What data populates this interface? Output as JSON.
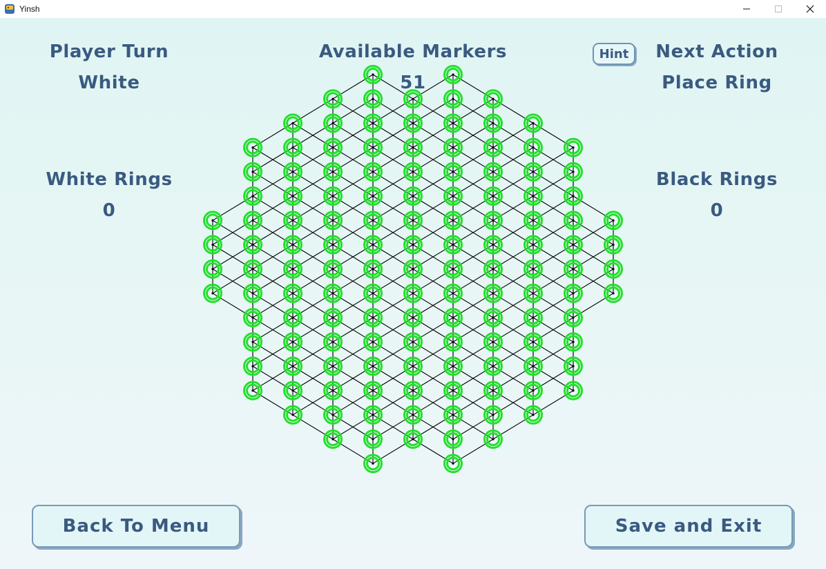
{
  "window": {
    "title": "Yinsh",
    "icon": "snake-app-icon"
  },
  "header": {
    "player_turn_label": "Player Turn",
    "player_turn_value": "White",
    "markers_label": "Available Markers",
    "markers_value": "51",
    "hint_label": "Hint",
    "next_action_label": "Next Action",
    "next_action_value": "Place Ring"
  },
  "sides": {
    "white_rings_label": "White Rings",
    "white_rings_value": "0",
    "black_rings_label": "Black Rings",
    "black_rings_value": "0"
  },
  "buttons": {
    "back_label": "Back To Menu",
    "save_label": "Save and Exit"
  },
  "board": {
    "columns": [
      {
        "col": -5,
        "rows": [
          -4,
          -3,
          -2,
          -1
        ]
      },
      {
        "col": -4,
        "rows": [
          -7,
          -6,
          -5,
          -4,
          -3,
          -2,
          -1,
          0,
          1,
          2,
          3
        ]
      },
      {
        "col": -3,
        "rows": [
          -8,
          -7,
          -6,
          -5,
          -4,
          -3,
          -2,
          -1,
          0,
          1,
          2,
          3,
          4
        ]
      },
      {
        "col": -2,
        "rows": [
          -9,
          -8,
          -7,
          -6,
          -5,
          -4,
          -3,
          -2,
          -1,
          0,
          1,
          2,
          3,
          4,
          5
        ]
      },
      {
        "col": -1,
        "rows": [
          -10,
          -9,
          -8,
          -7,
          -6,
          -5,
          -4,
          -3,
          -2,
          -1,
          0,
          1,
          2,
          3,
          4,
          5,
          6
        ]
      },
      {
        "col": 0,
        "rows": [
          -9,
          -8,
          -7,
          -6,
          -5,
          -4,
          -3,
          -2,
          -1,
          0,
          1,
          2,
          3,
          4,
          5
        ]
      },
      {
        "col": 1,
        "rows": [
          -10,
          -9,
          -8,
          -7,
          -6,
          -5,
          -4,
          -3,
          -2,
          -1,
          0,
          1,
          2,
          3,
          4,
          5,
          6
        ]
      },
      {
        "col": 2,
        "rows": [
          -9,
          -8,
          -7,
          -6,
          -5,
          -4,
          -3,
          -2,
          -1,
          0,
          1,
          2,
          3,
          4,
          5
        ]
      },
      {
        "col": 3,
        "rows": [
          -8,
          -7,
          -6,
          -5,
          -4,
          -3,
          -2,
          -1,
          0,
          1,
          2,
          3,
          4
        ]
      },
      {
        "col": 4,
        "rows": [
          -7,
          -6,
          -5,
          -4,
          -3,
          -2,
          -1,
          0,
          1,
          2,
          3
        ]
      },
      {
        "col": 5,
        "rows": [
          -4,
          -3,
          -2,
          -1
        ]
      }
    ],
    "highlight_color": "#22e02a",
    "line_color": "#000000"
  }
}
